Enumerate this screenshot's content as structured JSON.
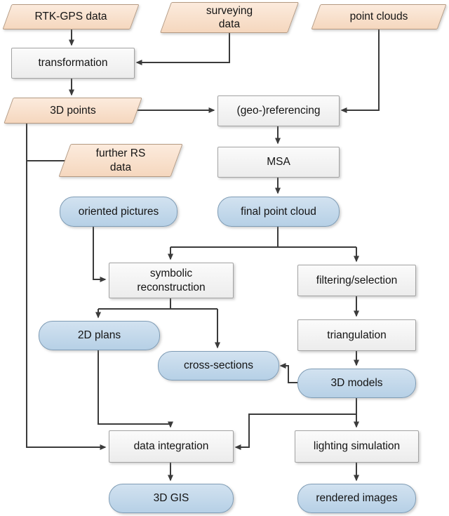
{
  "palette": {
    "input_fill": "#f8ddc3",
    "input_border": "#b59a82",
    "process_fill": "#f2f2f2",
    "process_border": "#a3a3a3",
    "output_fill": "#bed7ea",
    "output_border": "#7f9cb5",
    "connector": "#3b3b3b",
    "background": "#ffffff"
  },
  "diagram": {
    "nodes": {
      "rtk_gps": {
        "label": "RTK-GPS data",
        "shape": "parallelogram"
      },
      "surveying_data": {
        "label": "surveying data",
        "shape": "parallelogram"
      },
      "point_clouds": {
        "label": "point clouds",
        "shape": "parallelogram"
      },
      "transformation": {
        "label": "transformation",
        "shape": "process"
      },
      "points_3d": {
        "label": "3D points",
        "shape": "parallelogram"
      },
      "geo_referencing": {
        "label": "(geo-)referencing",
        "shape": "process"
      },
      "further_rs_data": {
        "label": "further RS data",
        "shape": "parallelogram"
      },
      "msa": {
        "label": "MSA",
        "shape": "process"
      },
      "oriented_pictures": {
        "label": "oriented pictures",
        "shape": "rounded"
      },
      "final_point_cloud": {
        "label": "final point cloud",
        "shape": "rounded"
      },
      "symbolic_reconstruction": {
        "label": "symbolic reconstruction",
        "shape": "process"
      },
      "filtering_selection": {
        "label": "filtering/selection",
        "shape": "process"
      },
      "plans_2d": {
        "label": "2D plans",
        "shape": "rounded"
      },
      "triangulation": {
        "label": "triangulation",
        "shape": "process"
      },
      "cross_sections": {
        "label": "cross-sections",
        "shape": "rounded"
      },
      "models_3d": {
        "label": "3D models",
        "shape": "rounded"
      },
      "data_integration": {
        "label": "data integration",
        "shape": "process"
      },
      "lighting_simulation": {
        "label": "lighting simulation",
        "shape": "process"
      },
      "gis_3d": {
        "label": "3D GIS",
        "shape": "rounded"
      },
      "rendered_images": {
        "label": "rendered images",
        "shape": "rounded"
      }
    },
    "edges": [
      {
        "from": "rtk_gps",
        "to": "transformation"
      },
      {
        "from": "surveying_data",
        "to": "transformation"
      },
      {
        "from": "transformation",
        "to": "points_3d"
      },
      {
        "from": "points_3d",
        "to": "geo_referencing"
      },
      {
        "from": "point_clouds",
        "to": "geo_referencing"
      },
      {
        "from": "geo_referencing",
        "to": "msa"
      },
      {
        "from": "msa",
        "to": "final_point_cloud"
      },
      {
        "from": "final_point_cloud",
        "to": "symbolic_reconstruction"
      },
      {
        "from": "final_point_cloud",
        "to": "filtering_selection"
      },
      {
        "from": "oriented_pictures",
        "to": "symbolic_reconstruction"
      },
      {
        "from": "symbolic_reconstruction",
        "to": "plans_2d"
      },
      {
        "from": "symbolic_reconstruction",
        "to": "cross_sections"
      },
      {
        "from": "filtering_selection",
        "to": "triangulation"
      },
      {
        "from": "triangulation",
        "to": "models_3d"
      },
      {
        "from": "models_3d",
        "to": "cross_sections"
      },
      {
        "from": "models_3d",
        "to": "lighting_simulation"
      },
      {
        "from": "models_3d",
        "to": "data_integration"
      },
      {
        "from": "plans_2d",
        "to": "data_integration"
      },
      {
        "from": "points_3d",
        "to": "data_integration"
      },
      {
        "from": "further_rs_data",
        "to": "data_integration"
      },
      {
        "from": "data_integration",
        "to": "gis_3d"
      },
      {
        "from": "lighting_simulation",
        "to": "rendered_images"
      }
    ]
  }
}
